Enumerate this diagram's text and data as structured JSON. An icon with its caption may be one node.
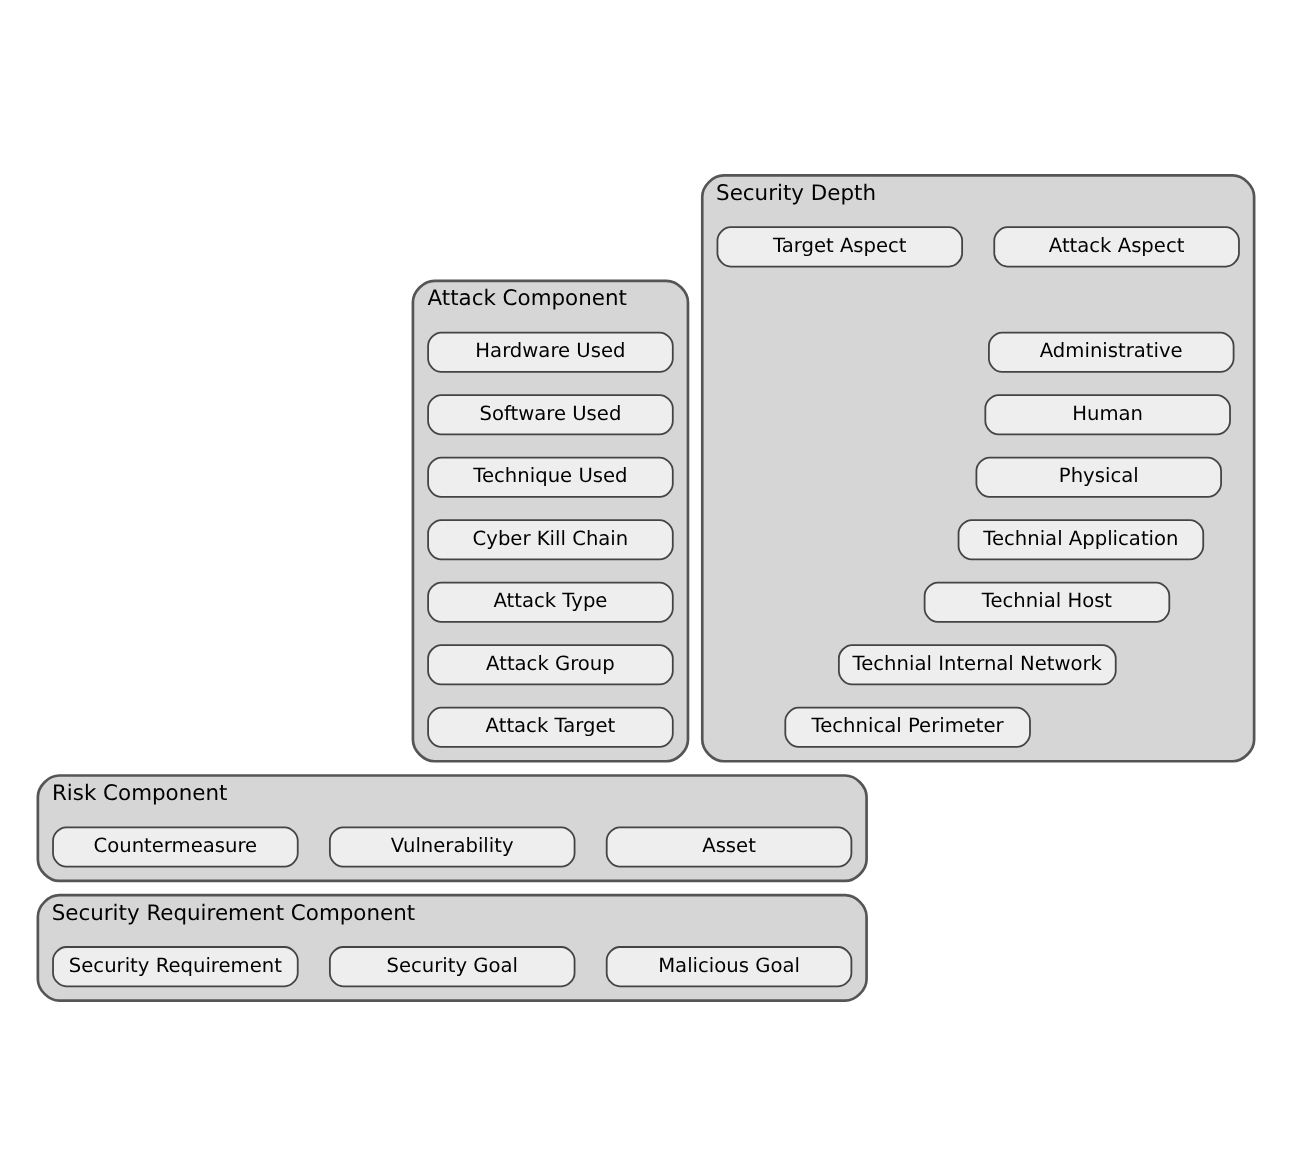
{
  "diagram": {
    "nodes": [
      {
        "text": [
          "Attack Component"
        ]
      },
      {
        "text": [
          "Hardware Used"
        ],
        "in": 0
      },
      {
        "text": [
          "Software Used"
        ],
        "in": 0
      },
      {
        "text": [
          "Technique Used"
        ],
        "in": 0
      },
      {
        "text": [
          "Cyber Kill Chain"
        ],
        "in": 0
      },
      {
        "text": [
          "Attack Type"
        ],
        "in": 0
      },
      {
        "text": [
          "Attack Group"
        ],
        "in": 0
      },
      {
        "text": [
          "Attack Target"
        ],
        "in": 0
      },
      {
        "text": [
          "Security Depth"
        ]
      },
      {
        "text": [
          "Attack Aspect"
        ],
        "in": 8
      },
      {
        "text": [
          "Target Aspect"
        ],
        "in": 8
      },
      {
        "text": [
          "Administrative"
        ],
        "in": 8
      },
      {
        "text": [
          "Human"
        ],
        "in": 8
      },
      {
        "text": [
          "Physical"
        ],
        "in": 8
      },
      {
        "text": [
          "Technial Application"
        ],
        "in": 8
      },
      {
        "text": [
          "Technial Host"
        ],
        "in": 8
      },
      {
        "text": [
          "Technial Internal Network"
        ],
        "in": 8
      },
      {
        "text": [
          "Technical Perimeter"
        ],
        "in": 8
      },
      {
        "text": [
          "Risk Component"
        ]
      },
      {
        "text": [
          "Asset"
        ],
        "in": 18
      },
      {
        "text": [
          "Vulnerability"
        ],
        "in": 18
      },
      {
        "text": [
          "Countermeasure"
        ],
        "in": 18
      },
      {
        "text": [
          "Security Requirement Component"
        ]
      },
      {
        "text": [
          "Malicious Goal"
        ],
        "in": 22
      },
      {
        "text": [
          "Security Goal"
        ],
        "in": 22
      },
      {
        "text": [
          "Security Requirement"
        ],
        "in": 22
      }
    ],
    "edges": []
  }
}
